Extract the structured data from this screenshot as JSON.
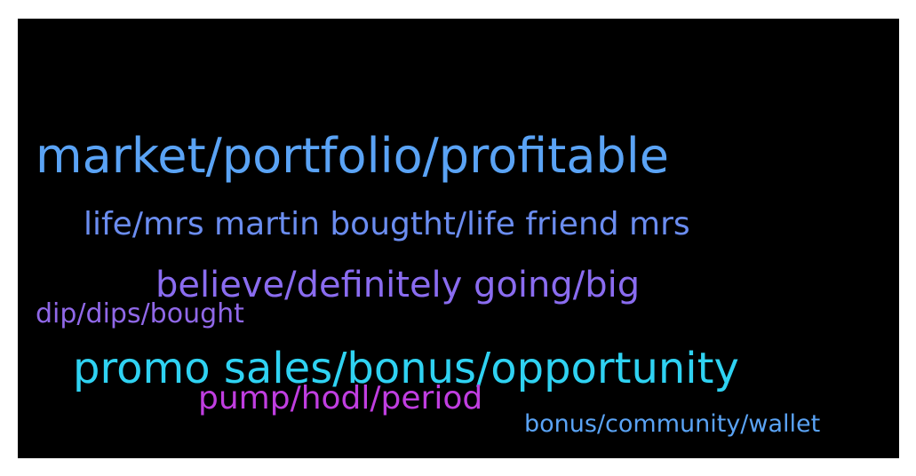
{
  "word_cloud": {
    "words": [
      {
        "text": "market/portfolio/profitable",
        "color": "#5aa3f5"
      },
      {
        "text": "life/mrs martin bougtht/life friend mrs",
        "color": "#6b8df0"
      },
      {
        "text": "believe/definitely going/big",
        "color": "#8a6cf0"
      },
      {
        "text": "dip/dips/bought",
        "color": "#9068e8"
      },
      {
        "text": "promo sales/bonus/opportunity",
        "color": "#2fd2f2"
      },
      {
        "text": "pump/hodl/period",
        "color": "#c03ee0"
      },
      {
        "text": "bonus/community/wallet",
        "color": "#5aa3f5"
      }
    ]
  }
}
